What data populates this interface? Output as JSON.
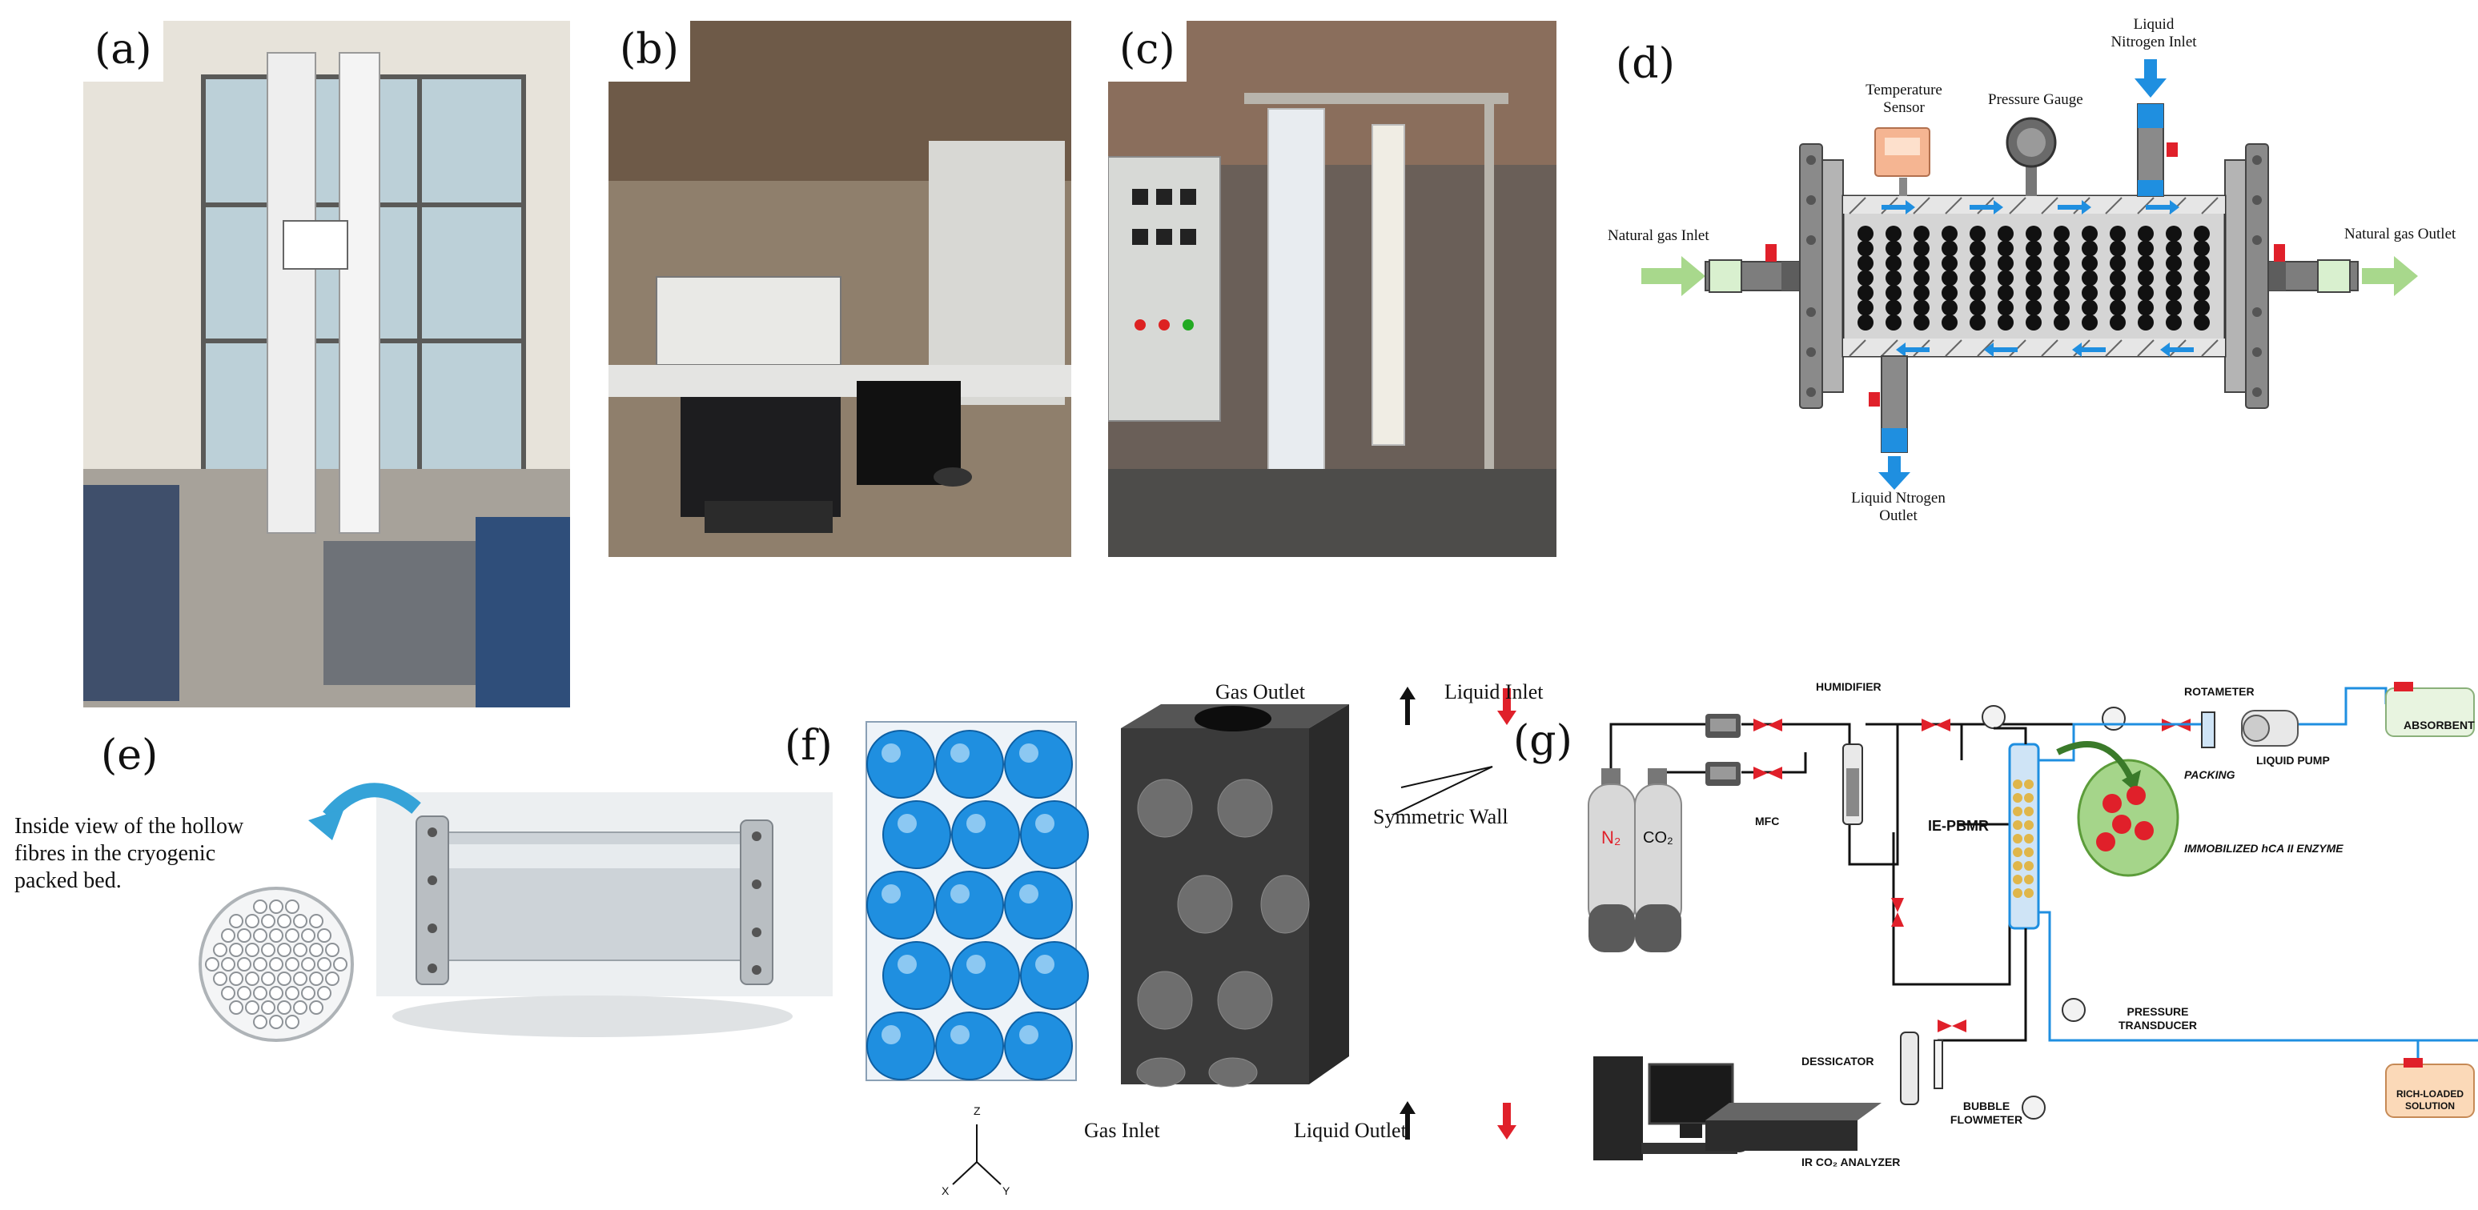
{
  "panels": {
    "a": {
      "label": "(a)"
    },
    "b": {
      "label": "(b)"
    },
    "c": {
      "label": "(c)"
    },
    "d": {
      "label": "(d)",
      "liquid_n2_inlet": [
        "Liquid",
        "Nitrogen Inlet"
      ],
      "temperature_sensor": [
        "Temperature",
        "Sensor"
      ],
      "pressure_gauge": "Pressure Gauge",
      "natural_gas_inlet": "Natural gas Inlet",
      "natural_gas_outlet": "Natural gas Outlet",
      "liquid_n2_outlet": [
        "Liquid Ntrogen",
        "Outlet"
      ]
    },
    "e": {
      "label": "(e)",
      "caption": [
        "Inside view of the hollow",
        "fibres in the cryogenic",
        "packed bed."
      ]
    },
    "f": {
      "label": "(f)",
      "gas_outlet": "Gas Outlet",
      "liquid_inlet": "Liquid Inlet",
      "symmetric_wall": "Symmetric Wall",
      "gas_inlet": "Gas Inlet",
      "liquid_outlet": "Liquid Outlet",
      "axis_z": "Z",
      "axis_x": "X",
      "axis_y": "Y"
    },
    "g": {
      "label": "(g)",
      "humidifier": "HUMIDIFIER",
      "rotameter": "ROTAMETER",
      "absorbent": "ABSORBENT",
      "liquid_pump": "LIQUID PUMP",
      "mfc": "MFC",
      "ie_pbmr": "IE-PBMR",
      "packing": "PACKING",
      "enzyme": "IMMOBILIZED hCA II ENZYME",
      "n2": "N₂",
      "co2": "CO₂",
      "pressure_transducer": [
        "PRESSURE",
        "TRANSDUCER"
      ],
      "dessicator": "DESSICATOR",
      "bubble_flowmeter": [
        "BUBBLE",
        "FLOWMETER"
      ],
      "ir_analyzer": "IR CO₂ ANALYZER",
      "rich_loaded": [
        "RICH-LOADED",
        "SOLUTION"
      ]
    }
  },
  "colors": {
    "accent_blue": "#1f8fe0",
    "valve_red": "#e0202a",
    "arrow_green": "#a8d88c",
    "mesh_dark": "#3a3a3a"
  }
}
